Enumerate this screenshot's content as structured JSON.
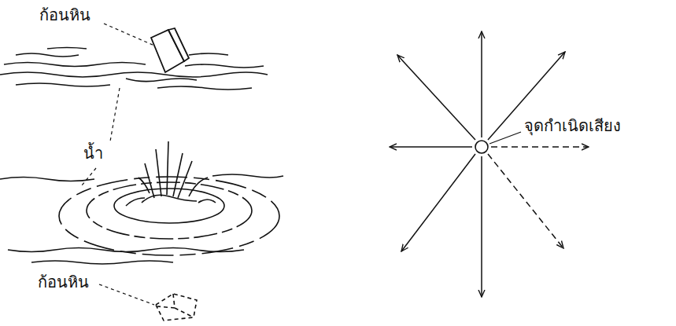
{
  "diagram": {
    "labels": [
      "ก้อนหิน",
      "น้ำ",
      "ก้อนหิน",
      "จุดกำเนิดเสียง"
    ]
  }
}
